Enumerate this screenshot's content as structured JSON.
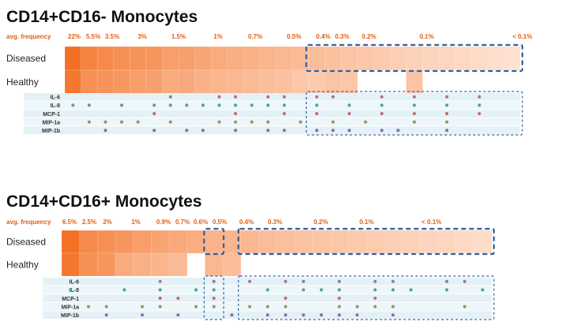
{
  "chart_data": [
    {
      "type": "heatmap",
      "title": "CD14+CD16- Monocytes",
      "freq_label": "avg. frequency",
      "freq_ticks": [
        "22%",
        "5.5%",
        "3.5%",
        "3%",
        "1.5%",
        "1%",
        "0.7%",
        "0.5%",
        "0.4%",
        "0.3%",
        "0.2%",
        "0.1%",
        "< 0.1%"
      ],
      "rows": [
        "Diseased",
        "Healthy"
      ],
      "n_columns": 28,
      "diseased_intensity": [
        0.95,
        0.8,
        0.75,
        0.7,
        0.68,
        0.66,
        0.6,
        0.58,
        0.55,
        0.5,
        0.47,
        0.45,
        0.42,
        0.4,
        0.38,
        0.36,
        0.33,
        0.3,
        0.28,
        0.25,
        0.22,
        0.2,
        0.18,
        0.16,
        0.14,
        0.12,
        0.1,
        0.08
      ],
      "healthy_intensity": [
        0.9,
        0.7,
        0.68,
        0.64,
        0.6,
        0.58,
        0.5,
        0.52,
        0.45,
        0.42,
        0.4,
        0.38,
        0.35,
        0.33,
        0.28,
        0.25,
        0.3,
        0.28,
        0,
        0,
        0,
        0.3,
        0,
        0,
        0,
        0,
        0,
        0
      ],
      "cytokines": [
        "IL-6",
        "IL-8",
        "MCP-1",
        "MIP-1a",
        "MIP-1b"
      ],
      "cytokine_colors": [
        "#a07880",
        "#4aa0a8",
        "#c06870",
        "#8c9a58",
        "#8a68b0"
      ],
      "presence": [
        [
          6,
          9,
          10,
          12,
          13,
          15,
          16,
          19,
          21,
          23,
          25
        ],
        [
          0,
          1,
          3,
          5,
          6,
          7,
          8,
          9,
          10,
          11,
          12,
          13,
          15,
          17,
          19,
          21,
          23,
          25
        ],
        [
          5,
          10,
          13,
          15,
          17,
          19,
          21,
          23,
          25
        ],
        [
          1,
          2,
          3,
          4,
          6,
          9,
          10,
          11,
          12,
          14,
          16,
          18,
          21,
          23
        ],
        [
          2,
          5,
          7,
          8,
          10,
          12,
          13,
          15,
          16,
          17,
          19,
          20,
          23
        ]
      ],
      "highlight_from_column": 15,
      "heatmap_color": "#f26a1b",
      "highlight_color": "#2f5f9e"
    },
    {
      "type": "heatmap",
      "title": "CD14+CD16+ Monocytes",
      "freq_label": "avg. frequency",
      "freq_ticks": [
        "6.5%",
        "2.5%",
        "2%",
        "1%",
        "0.9%",
        "0.7%",
        "0.6%",
        "0.5%",
        "0.4%",
        "0.3%",
        "0.2%",
        "0.1%",
        "< 0.1%"
      ],
      "rows": [
        "Diseased",
        "Healthy"
      ],
      "n_columns": 24,
      "diseased_intensity": [
        0.95,
        0.75,
        0.7,
        0.66,
        0.6,
        0.56,
        0.52,
        0.48,
        0.44,
        0.42,
        0.4,
        0.36,
        0.34,
        0.32,
        0.3,
        0.28,
        0.26,
        0.24,
        0.22,
        0.2,
        0.18,
        0.16,
        0.14,
        0.12
      ],
      "healthy_intensity": [
        0.9,
        0.7,
        0.66,
        0.5,
        0.46,
        0.42,
        0.38,
        0,
        0.4,
        0.35,
        0,
        0,
        0,
        0,
        0,
        0,
        0,
        0,
        0,
        0,
        0,
        0,
        0,
        0
      ],
      "cytokines": [
        "IL-6",
        "IL-8",
        "MCP-1",
        "MIP-1a",
        "MIP-1b"
      ],
      "cytokine_colors": [
        "#a07880",
        "#4aa0a8",
        "#c06870",
        "#8c9a58",
        "#8a68b0"
      ],
      "presence": [
        [
          5,
          8,
          10,
          12,
          13,
          15,
          17,
          18,
          21,
          22
        ],
        [
          0,
          3,
          5,
          7,
          8,
          11,
          13,
          14,
          15,
          17,
          18,
          19,
          21,
          23
        ],
        [
          5,
          6,
          8,
          12,
          15,
          17
        ],
        [
          1,
          2,
          4,
          5,
          7,
          8,
          10,
          11,
          12,
          15,
          16,
          17,
          18,
          22
        ],
        [
          2,
          4,
          6,
          9,
          11,
          12,
          13,
          14,
          15,
          16,
          18
        ]
      ],
      "highlight_cells": [
        8
      ],
      "highlight_from_column": 10,
      "heatmap_color": "#f26a1b",
      "highlight_color": "#2f5f9e"
    }
  ]
}
